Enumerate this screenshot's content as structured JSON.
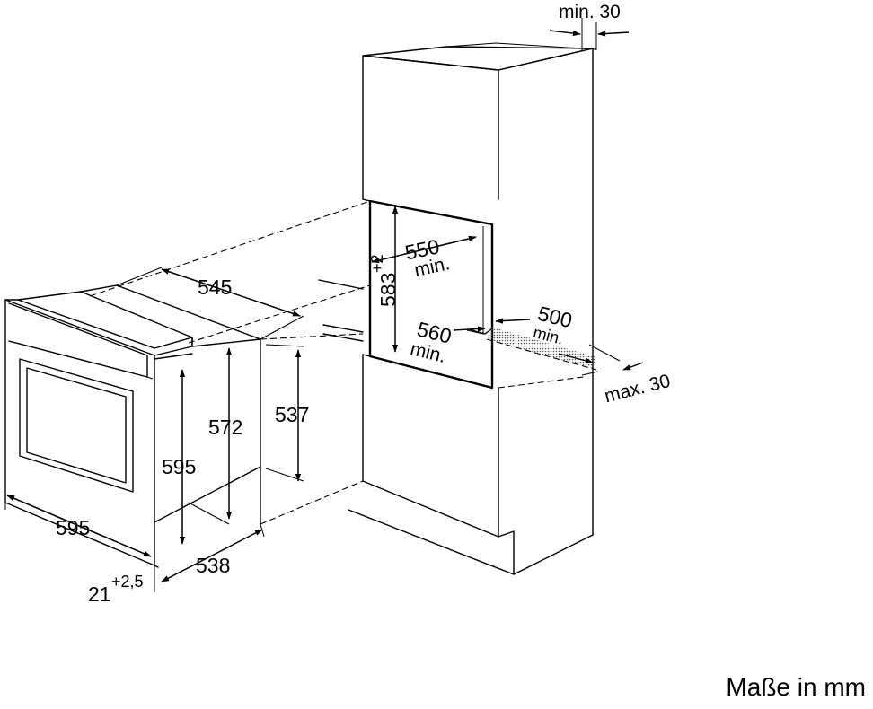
{
  "caption": "Maße in mm",
  "cabinet": {
    "top_gap": "min. 30",
    "niche_width": "550",
    "niche_width_note": "min.",
    "niche_height": "583",
    "niche_height_tol": "+2",
    "niche_depth": "560",
    "niche_depth_note": "min.",
    "opening": "500",
    "opening_note": "min.",
    "rear_gap": "max. 30"
  },
  "oven": {
    "total_depth": "545",
    "body_height": "572",
    "body_width": "537",
    "front_height": "595",
    "front_width": "595",
    "front_thickness": "21",
    "front_thickness_tol": "+2,5",
    "body_depth": "538"
  }
}
